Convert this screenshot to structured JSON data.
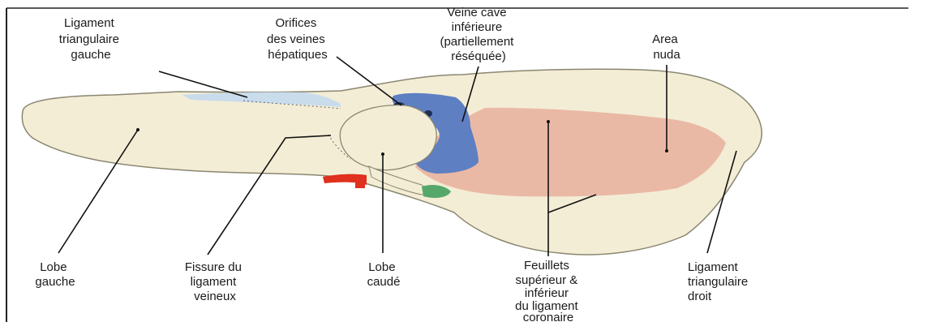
{
  "colors": {
    "liver": "#f3edd6",
    "liver_stroke": "#8a8670",
    "bare_area": "#eab9a6",
    "ivc": "#5e7fc2",
    "ligament_left": "#c9dcec",
    "red_vessel": "#e0301e",
    "green_structure": "#55a86a",
    "line": "#111111"
  },
  "labels": {
    "lig_tri_gauche": [
      "Ligament",
      "triangulaire",
      "gauche"
    ],
    "orifices": [
      "Orifices",
      "des veines",
      "hépatiques"
    ],
    "veine_cave": [
      "Veine cave",
      "inférieure",
      "(partiellement",
      "réséquée)"
    ],
    "area_nuda": [
      "Area",
      "nuda"
    ],
    "lobe_gauche": [
      "Lobe",
      "gauche"
    ],
    "fissure": [
      "Fissure du",
      "ligament",
      "veineux"
    ],
    "lobe_caude": [
      "Lobe",
      "caudé"
    ],
    "feuillets": [
      "Feuillets",
      "supérieur &",
      "inférieur",
      "du ligament",
      "coronaire"
    ],
    "lig_tri_droit": [
      "Ligament",
      "triangulaire",
      "droit"
    ]
  }
}
